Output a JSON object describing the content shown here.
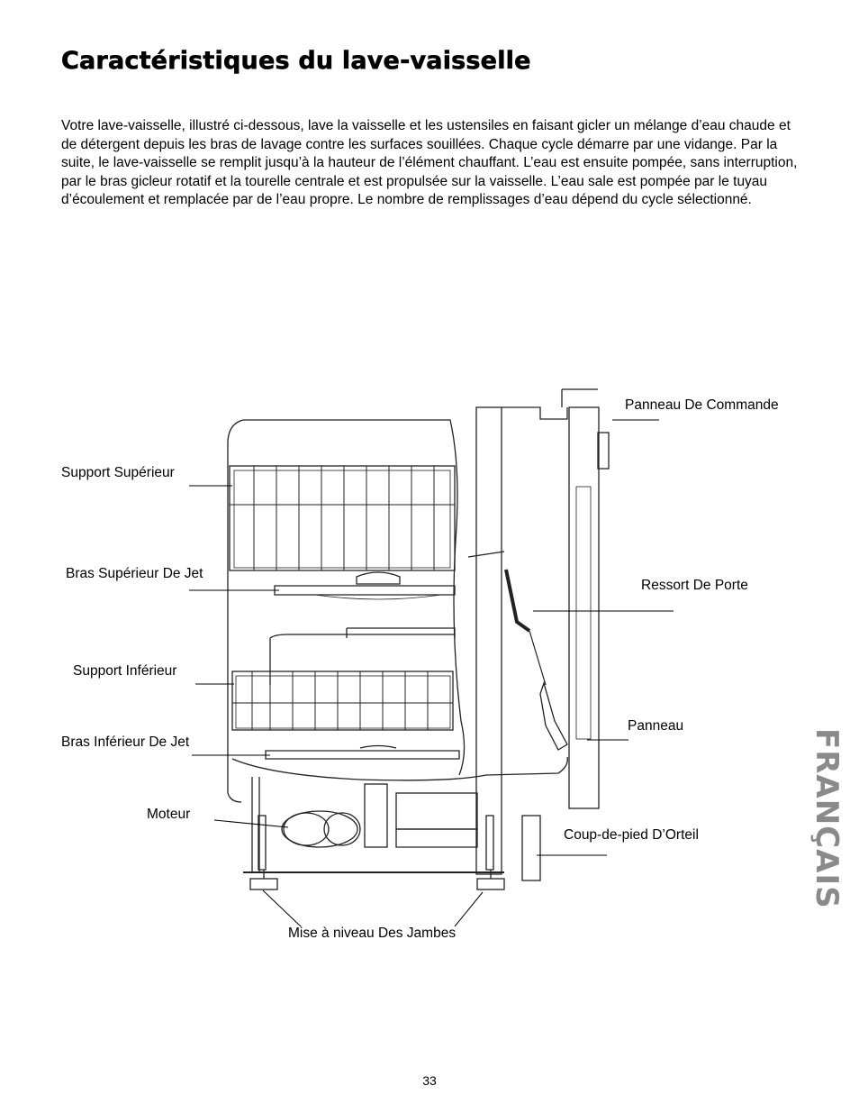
{
  "title": "Caractéristiques du lave-vaisselle",
  "intro": "Votre lave-vaisselle, illustré ci-dessous, lave la vaisselle et les ustensiles en faisant gicler un mélange d’eau chaude et de détergent depuis les bras de lavage contre les surfaces souillées. Chaque cycle démarre par une vidange. Par la suite, le lave-vaisselle se remplit jusqu’à la hauteur de l’élément chauffant. L’eau est ensuite pompée, sans interruption, par le bras gicleur rotatif et la tourelle centrale et est propulsée sur la vaisselle. L’eau sale est pompée par le tuyau d’écoulement et remplacée par de l’eau propre. Le nombre de remplissages d’eau dépend du cycle sélectionné.",
  "labels": {
    "panneau_commande": "Panneau De Commande",
    "support_superieur": "Support Supérieur",
    "bras_superieur": "Bras Supérieur De Jet",
    "ressort_porte": "Ressort De Porte",
    "support_inferieur": "Support Inférieur",
    "panneau": "Panneau",
    "bras_inferieur": "Bras Inférieur De Jet",
    "moteur": "Moteur",
    "coup_de_pied": "Coup-de-pied D’Orteil",
    "jambes": "Mise à niveau Des Jambes"
  },
  "side_tab": "FRANÇAIS",
  "page_number": "33"
}
